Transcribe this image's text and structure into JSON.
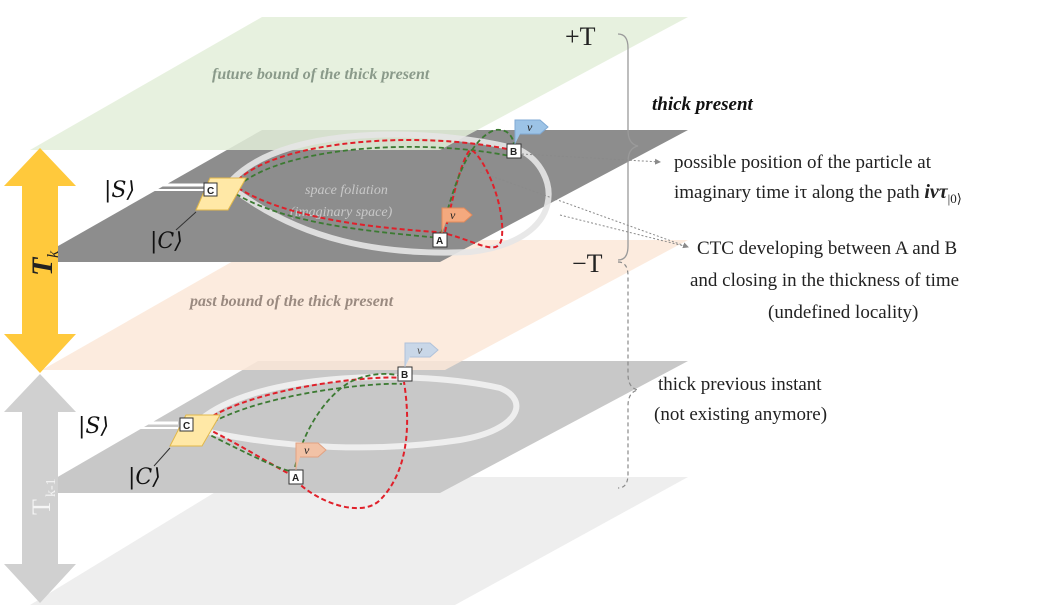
{
  "planes": {
    "future_label": "future bound of the thick present",
    "past_label": "past bound of the thick present",
    "foliation_line1": "space foliation",
    "foliation_line2": "(imaginary space)"
  },
  "axis": {
    "plus_T": "+T",
    "minus_T": "−T"
  },
  "arrows": {
    "current_label": "T",
    "current_sub": "k",
    "previous_label": "T",
    "previous_sub": "k-1"
  },
  "kets": {
    "S": "|S⟩",
    "C": "|C⟩"
  },
  "markers": {
    "A": "A",
    "B": "B",
    "C": "C",
    "v": "v"
  },
  "annotations": {
    "thick_present": "thick present",
    "position_line1": "possible position of the particle at",
    "position_line2_a": "imaginary time iτ along the path ",
    "position_line2_b": "ivτ",
    "position_line2_c": "|0⟩",
    "ctc_line1": "CTC developing between A and B",
    "ctc_line2": "and closing in the thickness of time",
    "ctc_line3": "(undefined locality)",
    "previous_line1": "thick previous instant",
    "previous_line2": "(not existing anymore)"
  },
  "colors": {
    "future_plane": "#e3efd9",
    "past_plane": "#fbe6d6",
    "current_plane": "#8f8f8f",
    "previous_plane": "#c9c9c9",
    "lowest_plane": "#ececec",
    "arrow_current": "#ffc93c",
    "arrow_previous": "#d0d0d0",
    "path_red": "#e0202a",
    "path_green": "#3c7a32",
    "marker_C": "#ffe8a6",
    "flag_blue": "#9cc3e6",
    "flag_orange": "#f4a97e"
  }
}
